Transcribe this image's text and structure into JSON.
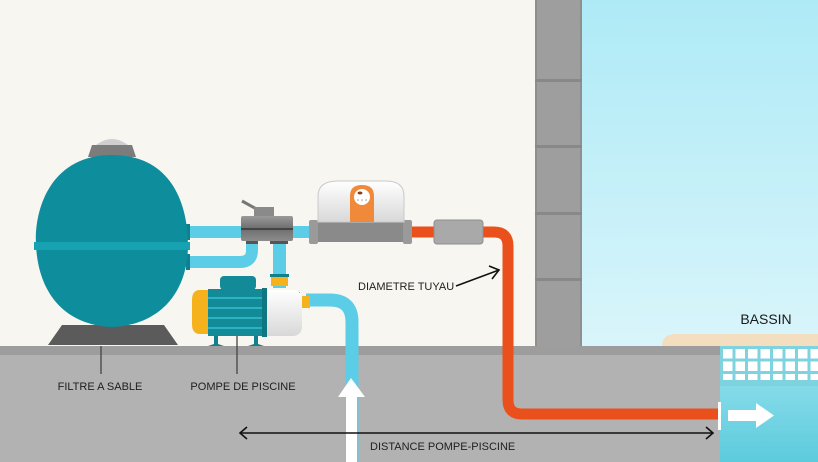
{
  "diagram": {
    "title": "Installation piscine : filtre, pompe, électrolyseur et bassin",
    "labels": {
      "filter": "FILTRE A SABLE",
      "pump": "POMPE DE PISCINE",
      "pipe_diameter": "DIAMETRE TUYAU",
      "distance": "DISTANCE POMPE-PISCINE",
      "pool": "BASSIN"
    },
    "components": [
      {
        "id": "sand-filter",
        "name": "Filtre à sable",
        "color": "#0e8d9c"
      },
      {
        "id": "multiway-valve",
        "name": "Vanne multivoies",
        "color": "#7a7a7a"
      },
      {
        "id": "pool-pump",
        "name": "Pompe de piscine",
        "color": "#138a98"
      },
      {
        "id": "salt-chlorinator",
        "name": "Électrolyseur",
        "color": "#f08a3a"
      },
      {
        "id": "cell-box",
        "name": "Cellule",
        "color": "#a9a9a9"
      },
      {
        "id": "pool",
        "name": "Bassin",
        "color": "#8fdbe9"
      }
    ],
    "flows": [
      {
        "from": "pool",
        "to": "pool-pump",
        "pipe_color": "#5ccde6",
        "direction": "up"
      },
      {
        "from": "salt-chlorinator",
        "to": "pool",
        "pipe_color": "#e9501c",
        "direction": "right"
      }
    ],
    "colors": {
      "wall": "#f8f6f1",
      "ground": "#b2b2b2",
      "ground_edge": "#9d9d9d",
      "column": "#9e9e9e",
      "sky": "#bdeef8",
      "return_pipe": "#e9501c",
      "suction_pipe": "#5ccde6",
      "pool_coping": "#f3dfc0",
      "accent_yellow": "#f5b21c"
    }
  }
}
